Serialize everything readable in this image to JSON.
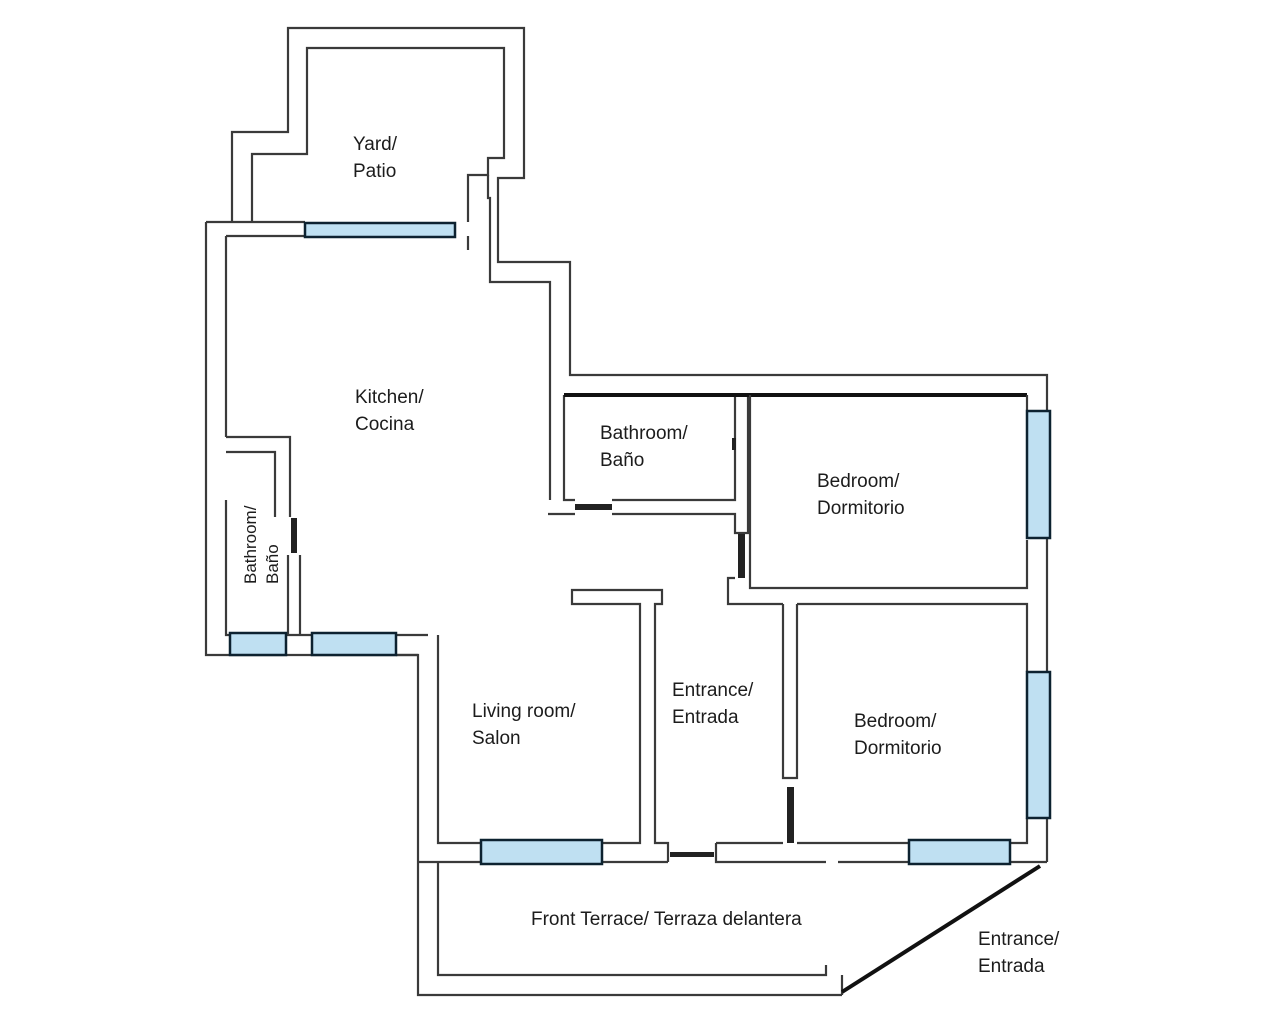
{
  "plan": {
    "window_fill": "#bfe0f2",
    "wall_color": "#3a3a3a",
    "rooms": {
      "yard": [
        "Yard/",
        "Patio"
      ],
      "kitchen": [
        "Kitchen/",
        "Cocina"
      ],
      "bath_top": [
        "Bathroom/",
        "Baño"
      ],
      "bath_left": [
        "Bathroom/",
        "Baño"
      ],
      "bedroom1": [
        "Bedroom/",
        "Dormitorio"
      ],
      "bedroom2": [
        "Bedroom/",
        "Dormitorio"
      ],
      "living": [
        "Living room/",
        "Salon"
      ],
      "entrance_in": [
        "Entrance/",
        "Entrada"
      ],
      "terrace": [
        "Front Terrace/ Terraza delantera"
      ],
      "entrance_out": [
        "Entrance/",
        "Entrada"
      ]
    }
  }
}
